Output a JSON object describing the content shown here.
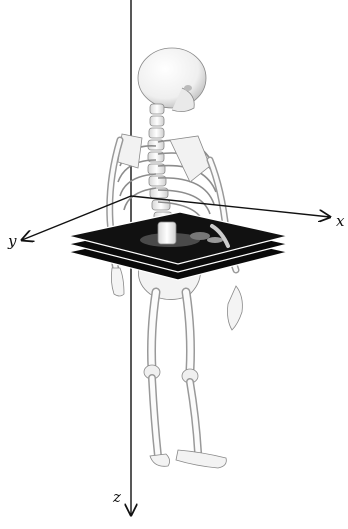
{
  "figure": {
    "axes": {
      "x_label": "x",
      "y_label": "y",
      "z_label": "z"
    },
    "slices": {
      "count": 3
    }
  }
}
